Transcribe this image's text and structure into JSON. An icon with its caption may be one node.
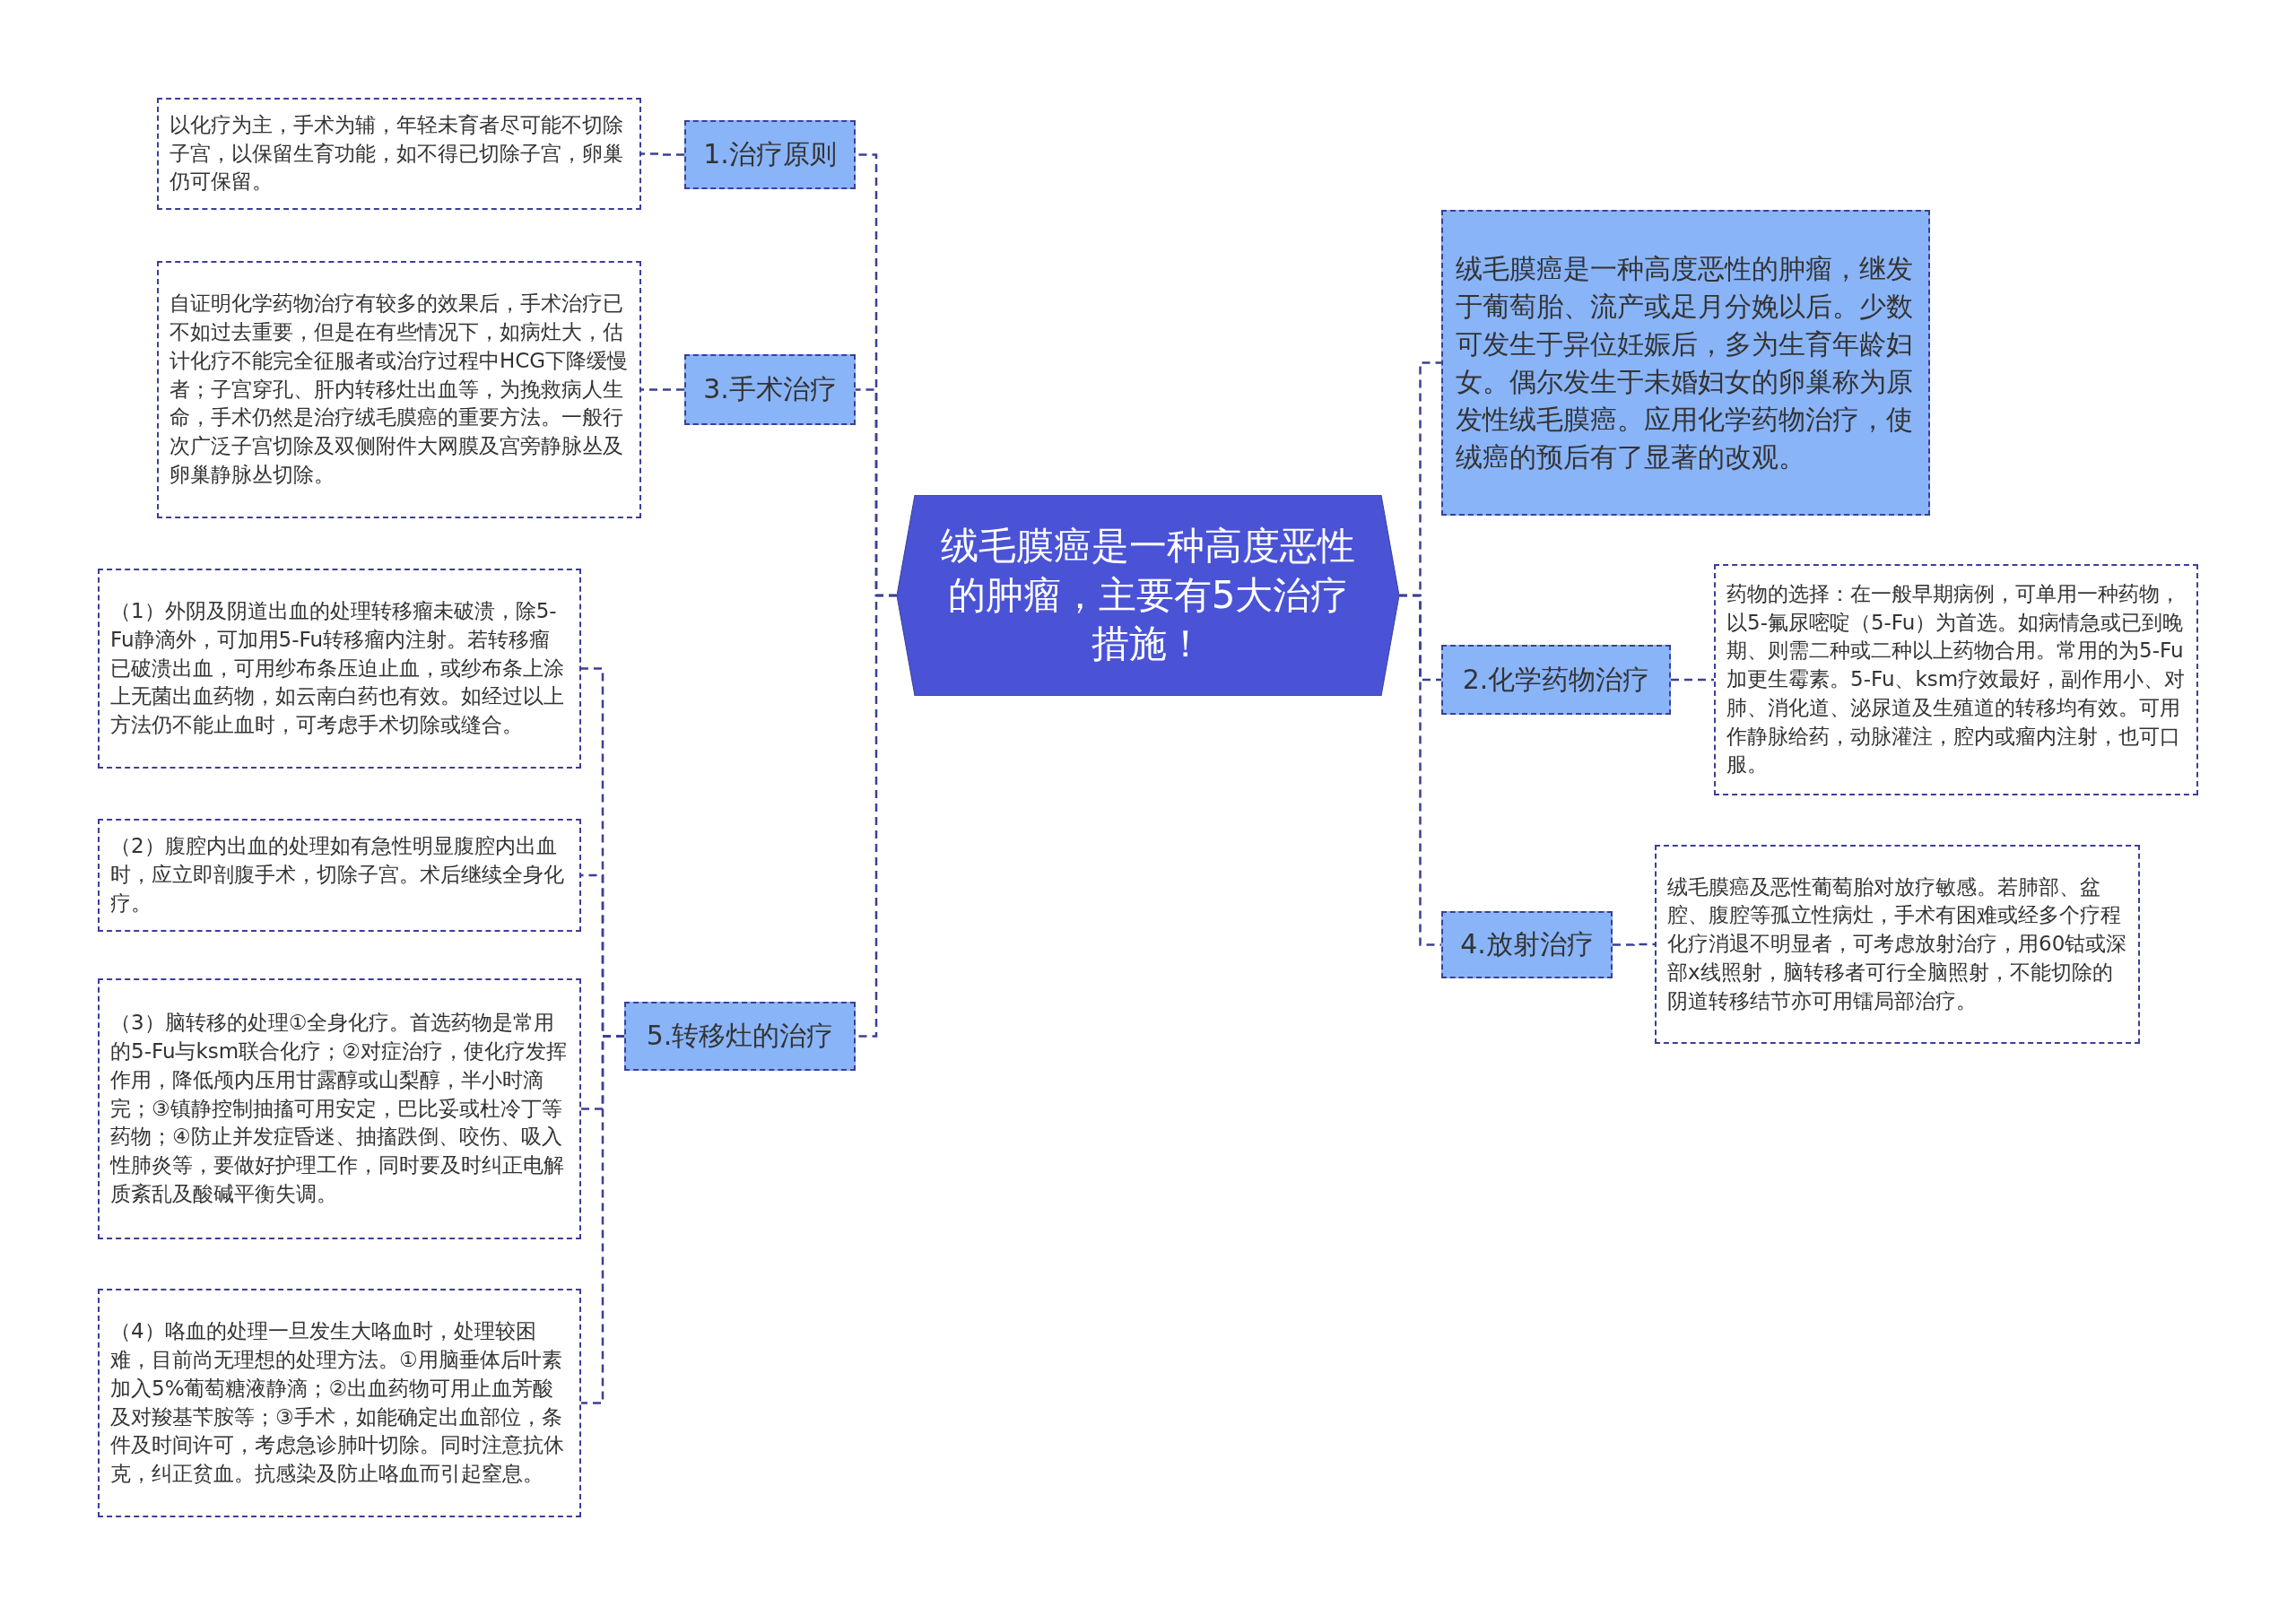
{
  "diagram": {
    "nodes": [
      {
        "text": [
          "绒毛膜癌是一种高度恶性的肿瘤，主要有5大治疗措施！"
        ]
      },
      {
        "text": [
          "1.治疗原则"
        ]
      },
      {
        "text": [
          "以化疗为主，手术为辅，年轻未育者尽可能不切除子宫，以保留生育功能，如不得已切除子宫，卵巢仍可保留。"
        ]
      },
      {
        "text": [
          "3.手术治疗"
        ]
      },
      {
        "text": [
          "自证明化学药物治疗有较多的效果后，手术治疗已不如过去重要，但是在有些情况下，如病灶大，估计化疗不能完全征服者或治疗过程中HCG下降缓慢者；子宫穿孔、肝内转移灶出血等，为挽救病人生命，手术仍然是治疗绒毛膜癌的重要方法。一般行次广泛子宫切除及双侧附件大网膜及宫旁静脉丛及卵巢静脉丛切除。"
        ]
      },
      {
        "text": [
          "5.转移灶的治疗"
        ]
      },
      {
        "text": [
          "（1）外阴及阴道出血的处理转移瘤未破溃，除5-Fu静滴外，可加用5-Fu转移瘤内注射。若转移瘤已破溃出血，可用纱布条压迫止血，或纱布条上涂上无菌出血药物，如云南白药也有效。如经过以上方法仍不能止血时，可考虑手术切除或缝合。"
        ]
      },
      {
        "text": [
          "（2）腹腔内出血的处理如有急性明显腹腔内出血时，应立即剖腹手术，切除子宫。术后继续全身化疗。"
        ]
      },
      {
        "text": [
          "（3）脑转移的处理①全身化疗。首选药物是常用的5-Fu与ksm联合化疗；②对症治疗，使化疗发挥作用，降低颅内压用甘露醇或山梨醇，半小时滴完；③镇静控制抽搐可用安定，巴比妥或杜冷丁等药物；④防止并发症昏迷、抽搐跌倒、咬伤、吸入性肺炎等，要做好护理工作，同时要及时纠正电解质紊乱及酸碱平衡失调。"
        ]
      },
      {
        "text": [
          "（4）咯血的处理一旦发生大咯血时，处理较困难，目前尚无理想的处理方法。①用脑垂体后叶素加入5%葡萄糖液静滴；②出血药物可用止血芳酸及对羧基苄胺等；③手术，如能确定出血部位，条件及时间许可，考虑急诊肺叶切除。同时注意抗休克，纠正贫血。抗感染及防止咯血而引起窒息。"
        ]
      },
      {
        "text": [
          "绒毛膜癌是一种高度恶性的肿瘤，继发于葡萄胎、流产或足月分娩以后。少数可发生于异位妊娠后，多为生育年龄妇女。偶尔发生于未婚妇女的卵巢称为原发性绒毛膜癌。应用化学药物治疗，使绒癌的预后有了显著的改观。"
        ]
      },
      {
        "text": [
          "2.化学药物治疗"
        ]
      },
      {
        "text": [
          "药物的选择：在一般早期病例，可单用一种药物，以5-氟尿嘧啶（5-Fu）为首选。如病情急或已到晚期、则需二种或二种以上药物合用。常用的为5-Fu加更生霉素。5-Fu、ksm疗效最好，副作用小、对肺、消化道、泌尿道及生殖道的转移均有效。可用作静脉给药，动脉灌注，腔内或瘤内注射，也可口服。"
        ]
      },
      {
        "text": [
          "4.放射治疗"
        ]
      },
      {
        "text": [
          "绒毛膜癌及恶性葡萄胎对放疗敏感。若肺部、盆腔、腹腔等孤立性病灶，手术有困难或经多个疗程化疗消退不明显者，可考虑放射治疗，用60钴或深部x线照射，脑转移者可行全脑照射，不能切除的阴道转移结节亦可用镭局部治疗。"
        ]
      }
    ],
    "edges": [
      {
        "from": 0,
        "to": 1,
        "arrow": "none",
        "style": "dashed"
      },
      {
        "from": 1,
        "to": 2,
        "arrow": "none",
        "style": "dashed"
      },
      {
        "from": 0,
        "to": 3,
        "arrow": "none",
        "style": "dashed"
      },
      {
        "from": 3,
        "to": 4,
        "arrow": "none",
        "style": "dashed"
      },
      {
        "from": 0,
        "to": 5,
        "arrow": "none",
        "style": "dashed"
      },
      {
        "from": 5,
        "to": 6,
        "arrow": "none",
        "style": "dashed"
      },
      {
        "from": 5,
        "to": 7,
        "arrow": "none",
        "style": "dashed"
      },
      {
        "from": 5,
        "to": 8,
        "arrow": "none",
        "style": "dashed"
      },
      {
        "from": 5,
        "to": 9,
        "arrow": "none",
        "style": "dashed"
      },
      {
        "from": 0,
        "to": 10,
        "arrow": "none",
        "style": "dashed"
      },
      {
        "from": 0,
        "to": 11,
        "arrow": "none",
        "style": "dashed"
      },
      {
        "from": 11,
        "to": 12,
        "arrow": "none",
        "style": "dashed"
      },
      {
        "from": 0,
        "to": 13,
        "arrow": "none",
        "style": "dashed"
      },
      {
        "from": 13,
        "to": 14,
        "arrow": "none",
        "style": "dashed"
      }
    ]
  }
}
